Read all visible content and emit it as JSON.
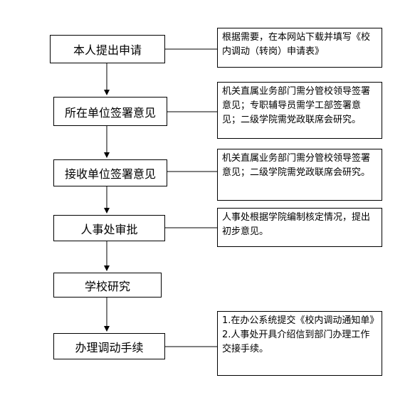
{
  "steps": [
    {
      "label": "本人提出申请"
    },
    {
      "label": "所在单位签署意见"
    },
    {
      "label": "接收单位签署意见"
    },
    {
      "label": "人事处审批"
    },
    {
      "label": "学校研究"
    },
    {
      "label": "办理调动手续"
    }
  ],
  "notes": [
    {
      "text": "根据需要，在本网站下载并填写《校内调动（转岗）申请表》"
    },
    {
      "text": "机关直属业务部门需分管校领导签署意见；专职辅导员需学工部签署意见；二级学院需党政联席会研究。"
    },
    {
      "text": "机关直属业务部门需分管校领导签署意见；二级学院需党政联席会研究。"
    },
    {
      "text": "人事处根据学院编制核定情况，提出初步意见。"
    },
    {
      "line1": "1.在办公系统提交《校内调动通知单》",
      "line2": "2.人事处开具介绍信到部门办理工作交接手续。"
    }
  ]
}
